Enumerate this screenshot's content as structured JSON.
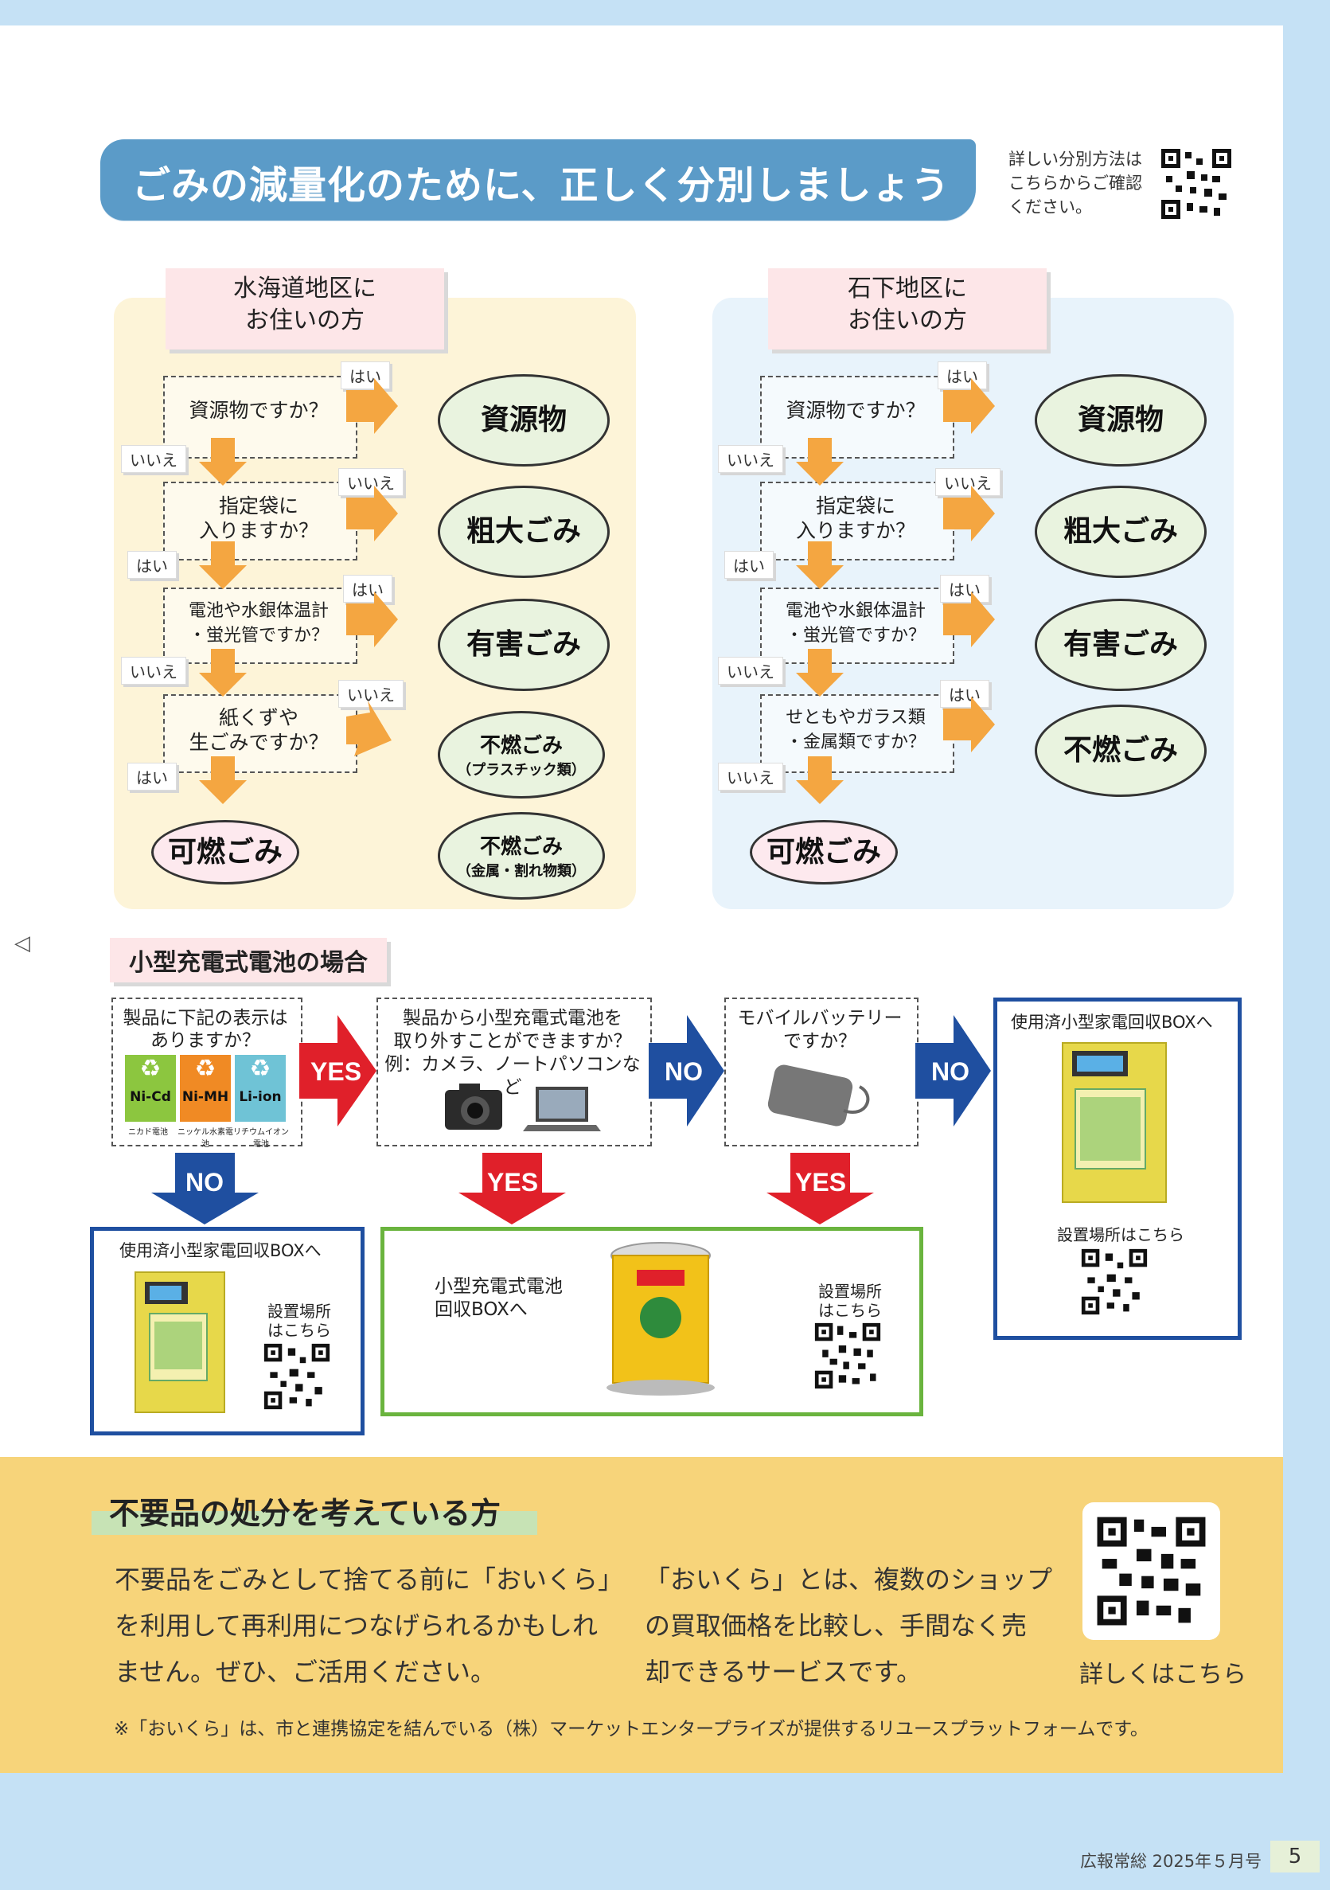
{
  "header": {
    "title": "ごみの減量化のために、正しく分別しましょう",
    "note_lines": [
      "詳しい分別方法は",
      "こちらからご確認",
      "ください。"
    ]
  },
  "labels": {
    "yes": "はい",
    "no": "いいえ"
  },
  "left_panel": {
    "title_lines": [
      "水海道地区に",
      "お住いの方"
    ],
    "q1": "資源物ですか？",
    "q2_lines": [
      "指定袋に",
      "入りますか？"
    ],
    "q3_lines": [
      "電池や水銀体温計",
      "・蛍光管ですか？"
    ],
    "q4_lines": [
      "紙くずや",
      "生ごみですか？"
    ],
    "r1": "資源物",
    "r2": "粗大ごみ",
    "r3": "有害ごみ",
    "r4": "不燃ごみ",
    "r4_sub": "（プラスチック類）",
    "r5": "不燃ごみ",
    "r5_sub": "（金属・割れ物類）",
    "final": "可燃ごみ"
  },
  "right_panel": {
    "title_lines": [
      "石下地区に",
      "お住いの方"
    ],
    "q1": "資源物ですか？",
    "q2_lines": [
      "指定袋に",
      "入りますか？"
    ],
    "q3_lines": [
      "電池や水銀体温計",
      "・蛍光管ですか？"
    ],
    "q4_lines": [
      "せともやガラス類",
      "・金属類ですか？"
    ],
    "r1": "資源物",
    "r2": "粗大ごみ",
    "r3": "有害ごみ",
    "r4": "不燃ごみ",
    "final": "可燃ごみ"
  },
  "battery": {
    "title": "小型充電式電池の場合",
    "q1_lines": [
      "製品に下記の表示は",
      "ありますか？"
    ],
    "marks": [
      {
        "label": "Ni-Cd",
        "caption": "ニカド電池",
        "color": "#8cc63f"
      },
      {
        "label": "Ni-MH",
        "caption": "ニッケル水素電池",
        "color": "#f08a24"
      },
      {
        "label": "Li-ion",
        "caption": "リチウムイオン電池",
        "color": "#6fc3d6"
      }
    ],
    "q2_lines": [
      "製品から小型充電式電池を",
      "取り外すことができますか？",
      "例：カメラ、ノートパソコンなど"
    ],
    "q3_lines": [
      "モバイルバッテリー",
      "ですか？"
    ],
    "yes": "YES",
    "no": "NO",
    "box_a": "使用済小型家電回収BOXへ",
    "box_a_location_lines": [
      "設置場所",
      "はこちら"
    ],
    "box_b_lines": [
      "小型充電式電池",
      "回収BOXへ"
    ],
    "box_b_location_lines": [
      "設置場所",
      "はこちら"
    ],
    "box_c": "使用済小型家電回収BOXへ",
    "box_c_location": "設置場所はこちら"
  },
  "bottom": {
    "heading": "不要品の処分を考えている方",
    "left_lines": [
      "不要品をごみとして捨てる前に「おいくら」",
      "を利用して再利用につなげられるかもしれ",
      "ません。ぜひ、ご活用ください。"
    ],
    "right_lines": [
      "「おいくら」とは、複数のショップ",
      "の買取価格を比較し、手間なく売",
      "却できるサービスです。"
    ],
    "qr_caption": "詳しくはこちら",
    "footnote": "※「おいくら」は、市と連携協定を結んでいる（株）マーケットエンタープライズが提供するリユースプラットフォームです。"
  },
  "footer": {
    "publication": "広報常総 2025年５月号",
    "page": "5"
  },
  "colors": {
    "accent_blue": "#5b9bc8",
    "left_panel": "#fdf4d8",
    "right_panel": "#e8f3fb",
    "arrow_orange": "#f4a641",
    "arrow_red": "#e0202a",
    "arrow_blue": "#1f4fa0",
    "band": "#f7d47a"
  }
}
